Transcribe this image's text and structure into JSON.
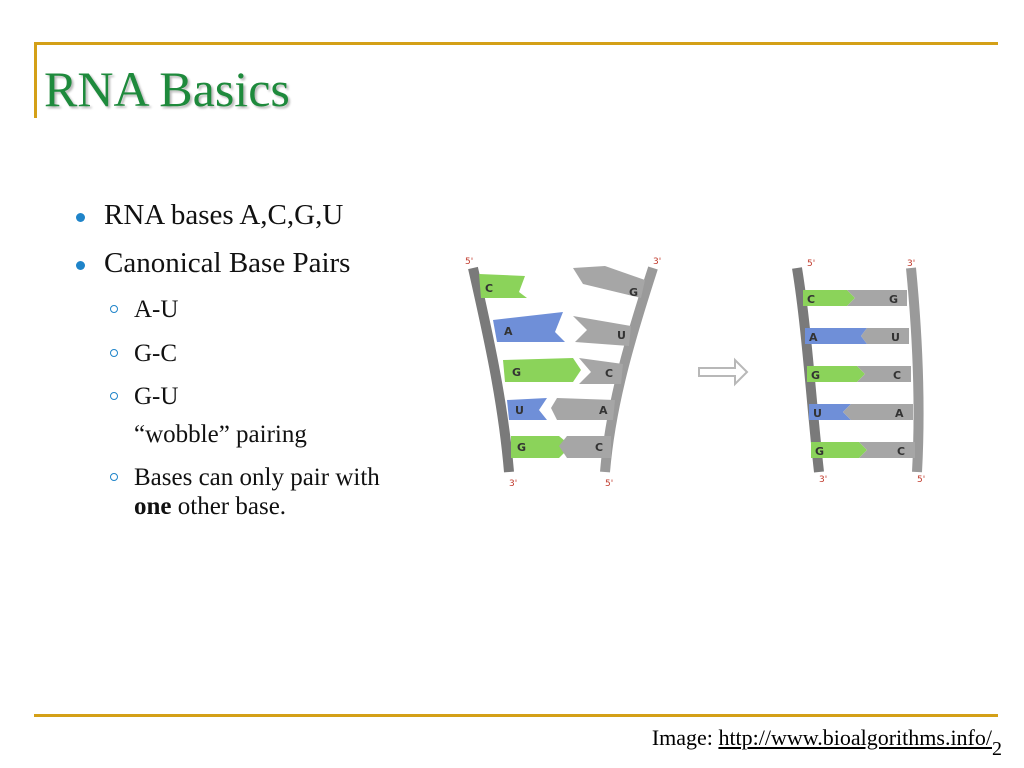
{
  "slide": {
    "title": "RNA Basics",
    "page_number": "2"
  },
  "bullets": {
    "b1": "RNA bases A,C,G,U",
    "b2": "Canonical Base Pairs",
    "s1": "A-U",
    "s2": "G-C",
    "s3": "G-U",
    "note": "“wobble” pairing",
    "s4_pre": "Bases can only pair with",
    "s4_bold": "one",
    "s4_post": " other base."
  },
  "diagram": {
    "left_strand_labels": [
      "C",
      "A",
      "G",
      "U",
      "G"
    ],
    "right_strand_labels": [
      "G",
      "U",
      "C",
      "A",
      "C"
    ],
    "left_top_end": "5'",
    "right_top_end": "3'",
    "left_bottom_end": "3'",
    "right_bottom_end": "5'",
    "colors": {
      "C": "#8bd35a",
      "G": "#8bd35a",
      "A": "#6f8fd8",
      "U": "#6f8fd8",
      "gray": "#a6a6a6",
      "backbone": "#7a7a7a"
    }
  },
  "credit": {
    "prefix": "Image: ",
    "link": "http://www.bioalgorithms.info/"
  },
  "theme": {
    "accent": "#d4a017",
    "title_color": "#1e8a3c",
    "bullet_color": "#1f84c9"
  }
}
